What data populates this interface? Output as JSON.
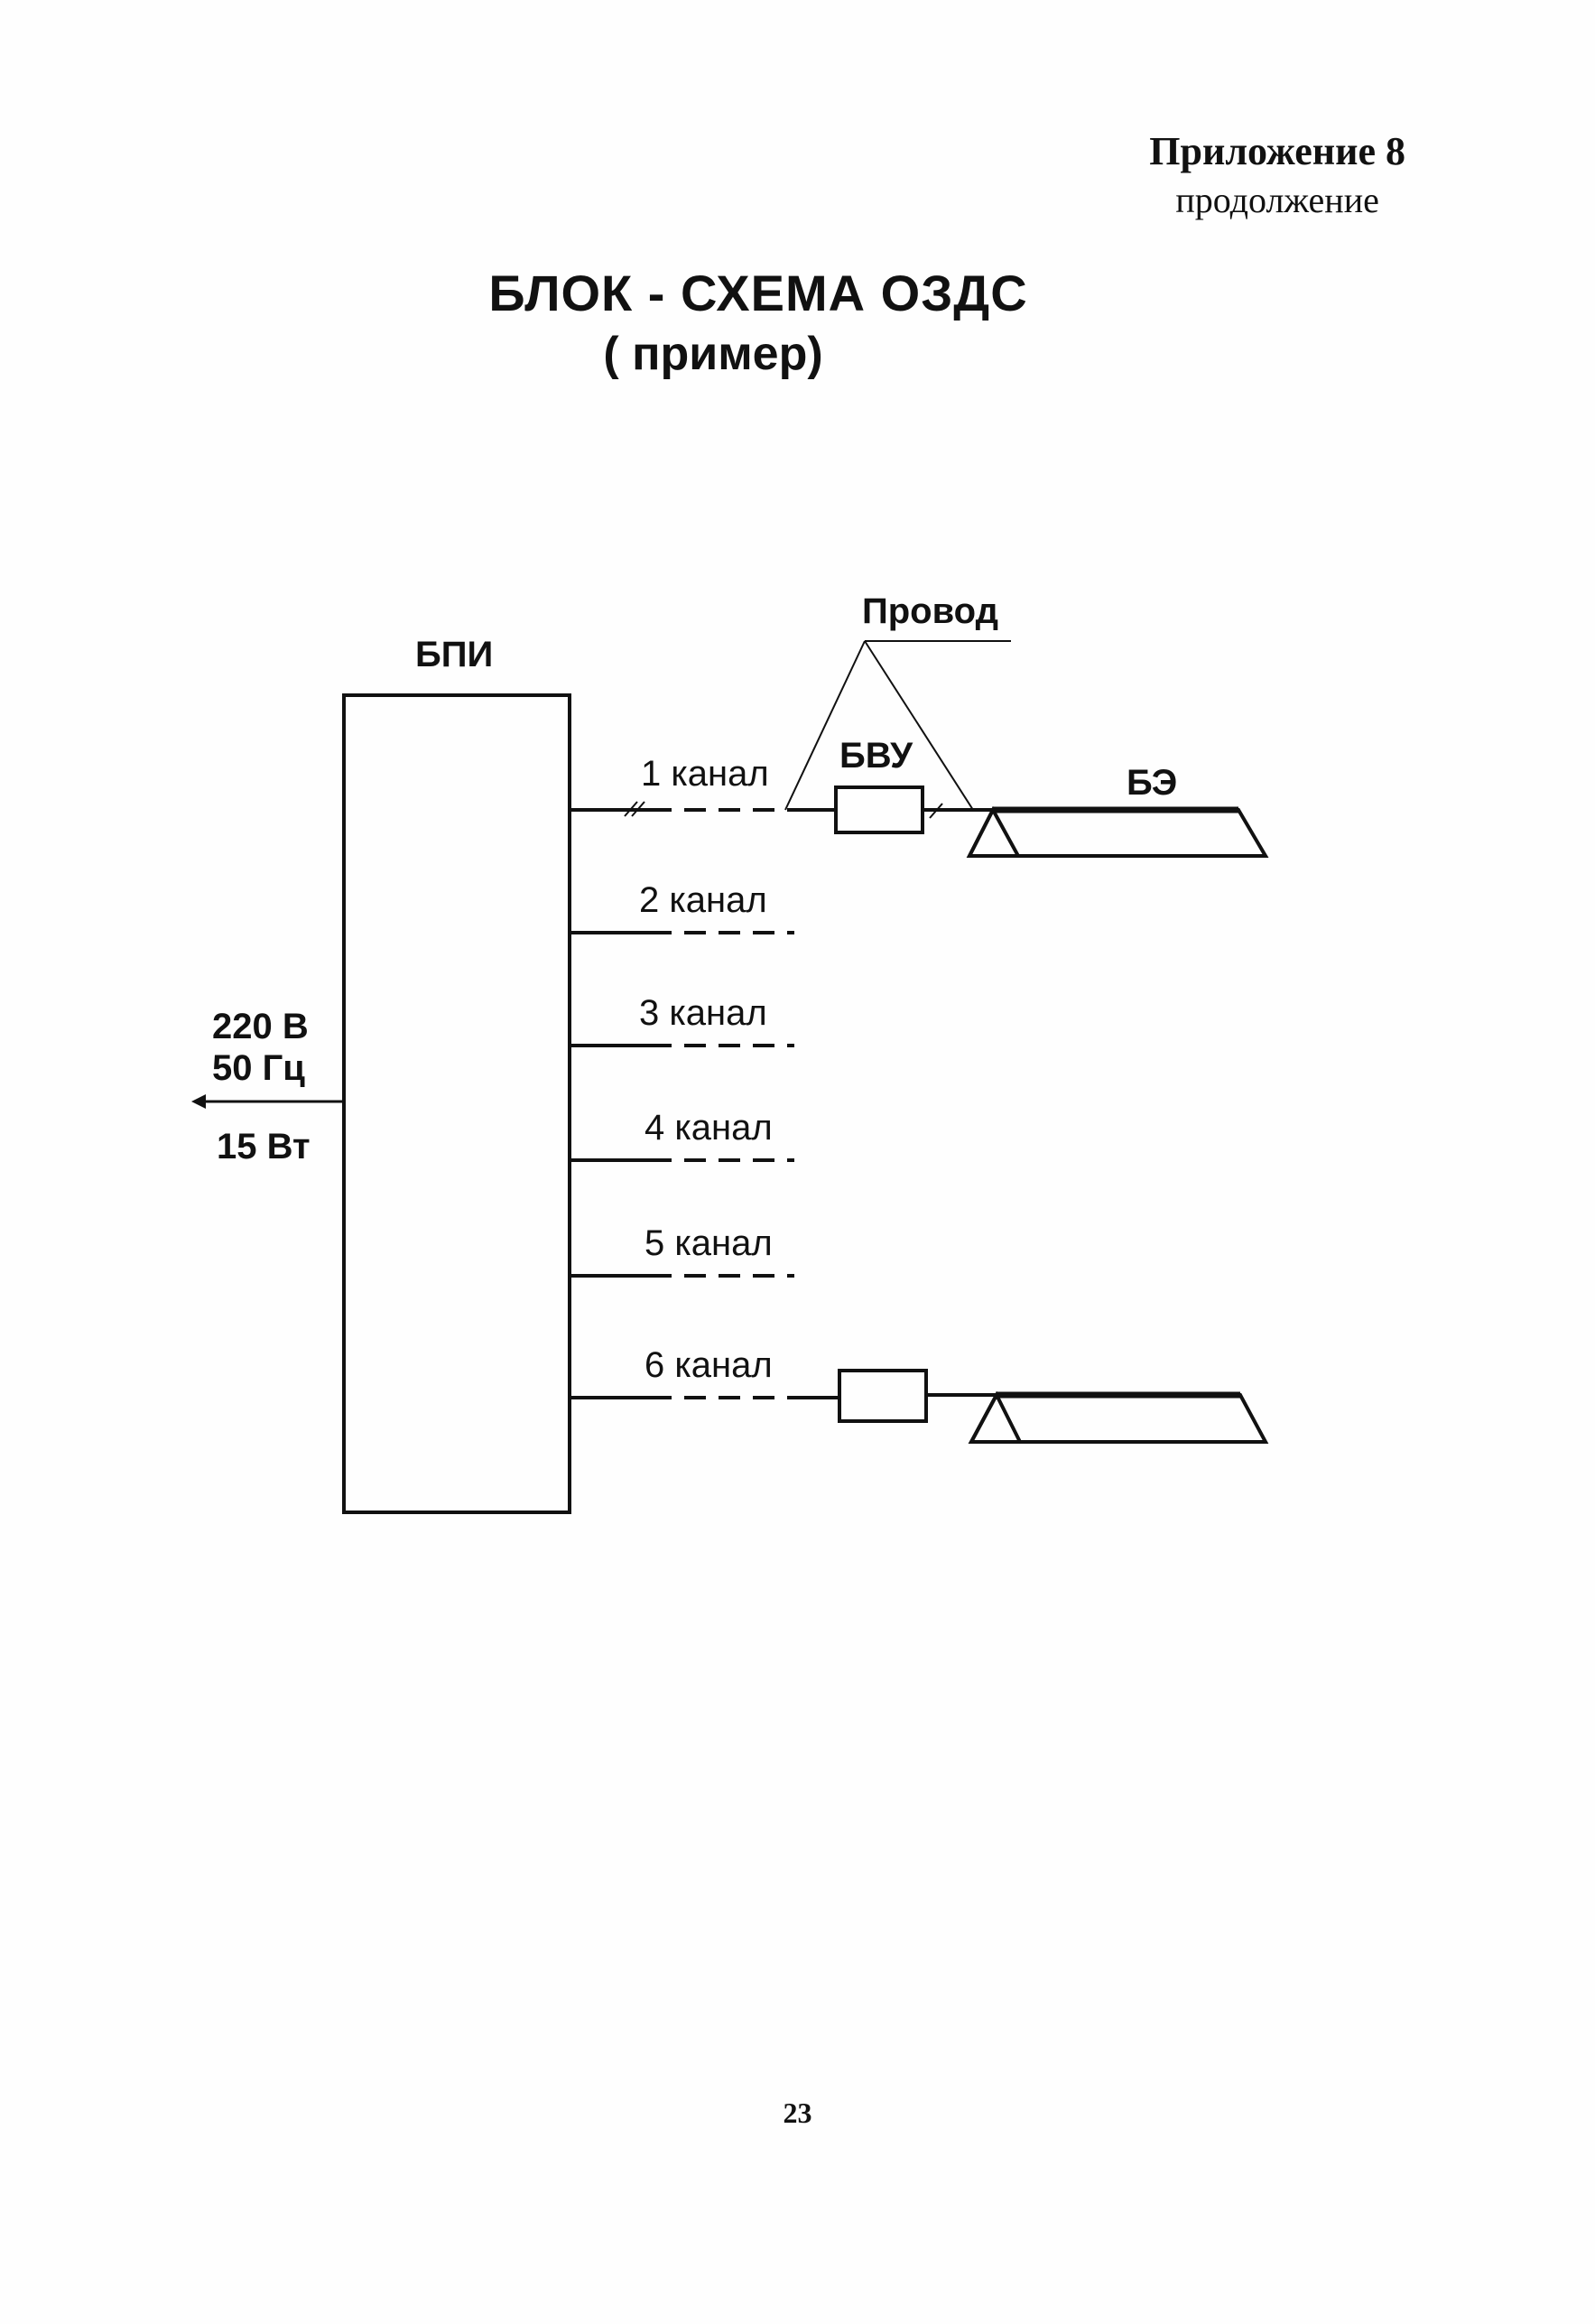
{
  "header": {
    "appendix": "Приложение 8",
    "continuation": "продолжение"
  },
  "title": {
    "main": "БЛОК - СХЕМА  ОЗДС",
    "sub": "( пример)"
  },
  "diagram": {
    "main_block": "БПИ",
    "wire_label": "Провод",
    "control_unit": "БВУ",
    "element": "БЭ",
    "power": [
      "220 В",
      "50 Гц",
      "15 Вт"
    ],
    "channels": [
      "1 канал",
      "2 канал",
      "3 канал",
      "4 канал",
      "5 канал",
      "6 канал"
    ]
  },
  "footer": {
    "page_number": "23"
  }
}
